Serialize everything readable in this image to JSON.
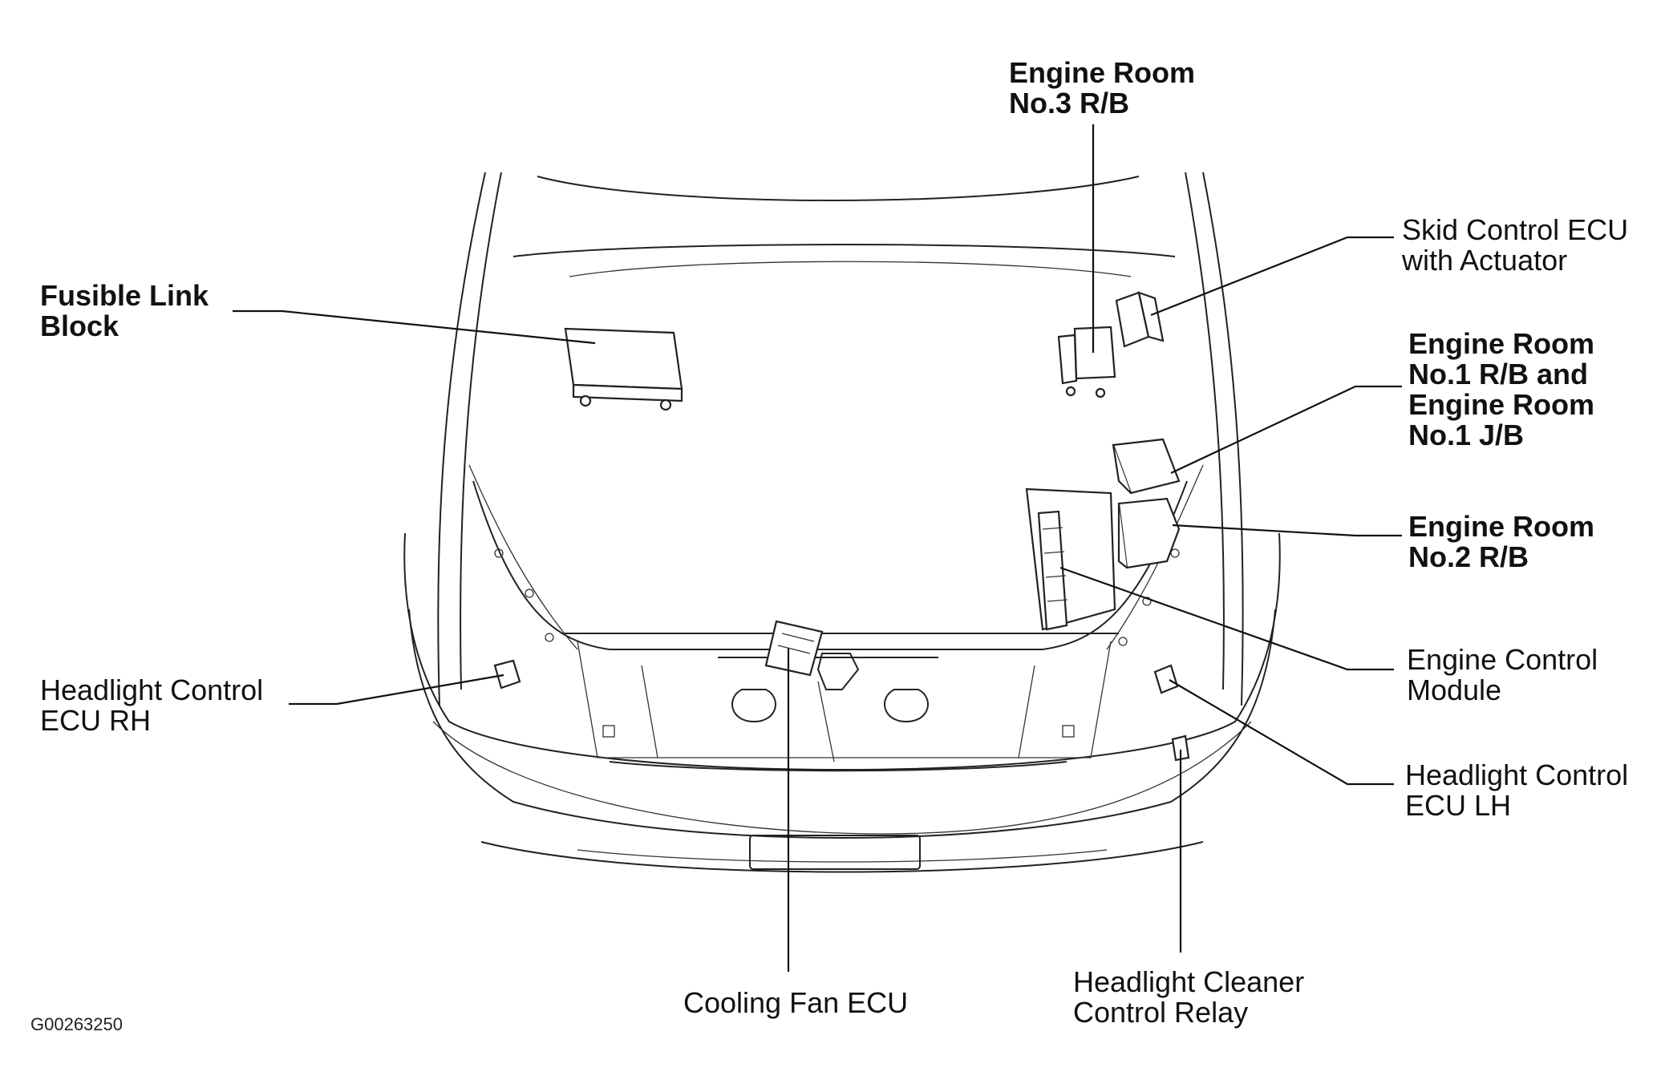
{
  "labels": {
    "engine_room_3": [
      "Engine Room",
      "No.3 R/B"
    ],
    "skid_control": [
      "Skid Control ECU",
      "with Actuator"
    ],
    "fusible_link": [
      "Fusible Link",
      "Block"
    ],
    "engine_room_1": [
      "Engine Room",
      "No.1 R/B and",
      "Engine Room",
      "No.1 J/B"
    ],
    "engine_room_2": [
      "Engine Room",
      "No.2 R/B"
    ],
    "engine_control": [
      "Engine Control",
      "Module"
    ],
    "headlight_rh": [
      "Headlight Control",
      "ECU RH"
    ],
    "headlight_lh": [
      "Headlight Control",
      "ECU LH"
    ],
    "cooling_fan": [
      "Cooling Fan ECU"
    ],
    "headlight_cleaner": [
      "Headlight Cleaner",
      "Control Relay"
    ]
  },
  "figure_id": "G00263250"
}
